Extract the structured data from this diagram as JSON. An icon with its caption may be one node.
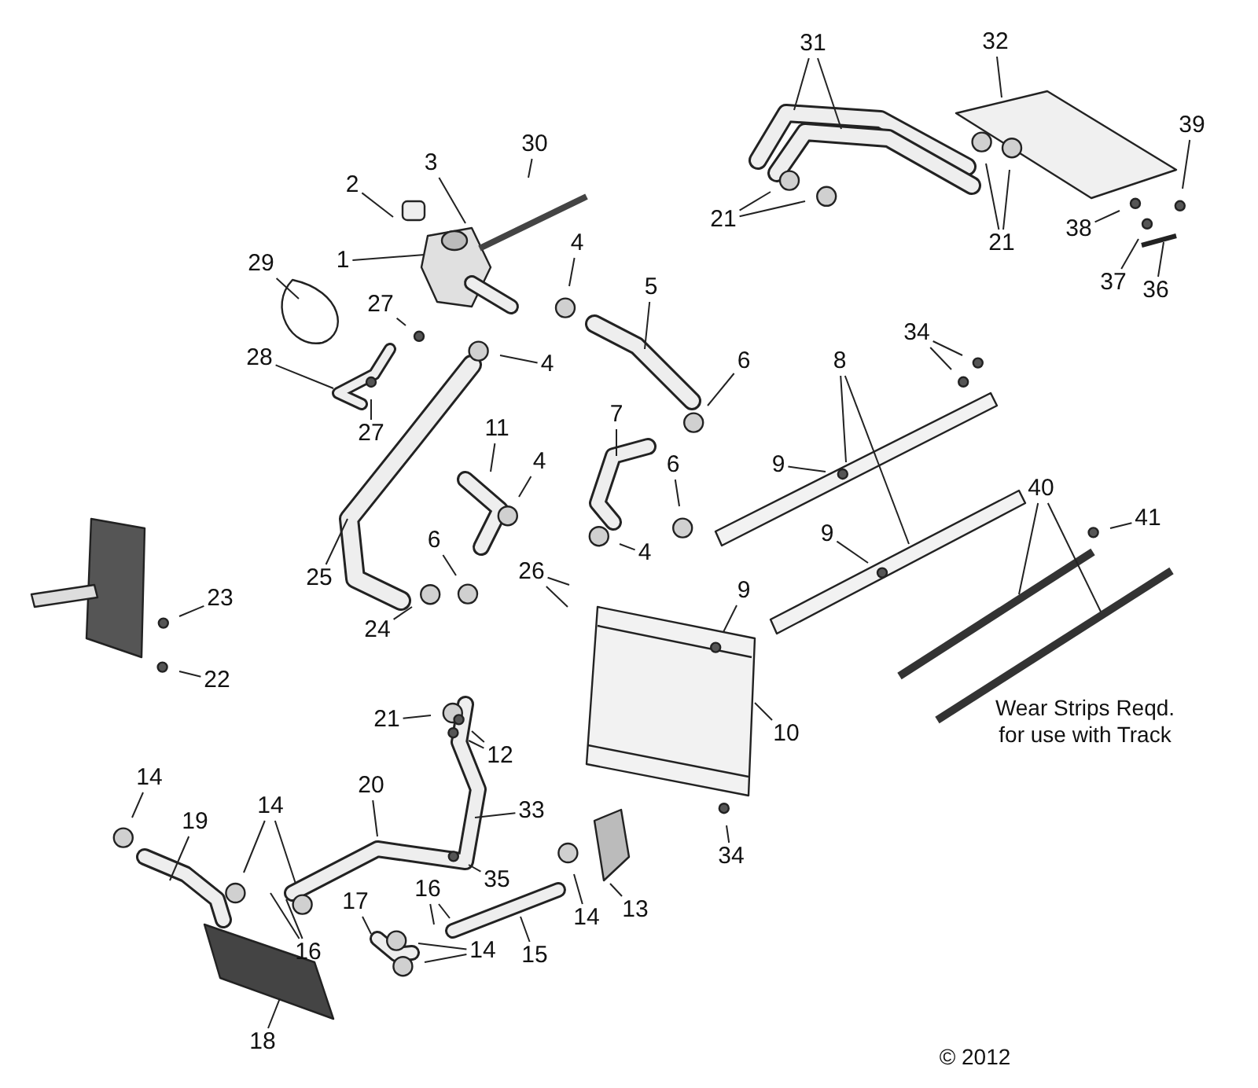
{
  "diagram": {
    "nodes": [
      {
        "text": [
          "1"
        ]
      },
      {
        "text": [
          "2"
        ]
      },
      {
        "text": [
          "3"
        ]
      },
      {
        "text": [
          "30"
        ]
      },
      {
        "text": [
          "31"
        ]
      },
      {
        "text": [
          "32"
        ]
      },
      {
        "text": [
          "39"
        ]
      },
      {
        "text": [
          "29"
        ]
      },
      {
        "text": [
          "4"
        ]
      },
      {
        "text": [
          "21"
        ]
      },
      {
        "text": [
          "21"
        ]
      },
      {
        "text": [
          "38"
        ]
      },
      {
        "text": [
          "37"
        ]
      },
      {
        "text": [
          "36"
        ]
      },
      {
        "text": [
          "27"
        ]
      },
      {
        "text": [
          "5"
        ]
      },
      {
        "text": [
          "4"
        ]
      },
      {
        "text": [
          "28"
        ]
      },
      {
        "text": [
          "34"
        ]
      },
      {
        "text": [
          "8"
        ]
      },
      {
        "text": [
          "6"
        ]
      },
      {
        "text": [
          "27"
        ]
      },
      {
        "text": [
          "11"
        ]
      },
      {
        "text": [
          "7"
        ]
      },
      {
        "text": [
          "6"
        ]
      },
      {
        "text": [
          "9"
        ]
      },
      {
        "text": [
          "4"
        ]
      },
      {
        "text": [
          "9"
        ]
      },
      {
        "text": [
          "40"
        ]
      },
      {
        "text": [
          "41"
        ]
      },
      {
        "text": [
          "4"
        ]
      },
      {
        "text": [
          "26"
        ]
      },
      {
        "text": [
          "6"
        ]
      },
      {
        "text": [
          "25"
        ]
      },
      {
        "text": [
          "9"
        ]
      },
      {
        "text": [
          "23"
        ]
      },
      {
        "text": [
          "24"
        ]
      },
      {
        "text": [
          "22"
        ]
      },
      {
        "text": [
          "10"
        ]
      },
      {
        "text": [
          "21"
        ]
      },
      {
        "text": [
          "12"
        ]
      },
      {
        "text": [
          "14"
        ]
      },
      {
        "text": [
          "20"
        ]
      },
      {
        "text": [
          "14"
        ]
      },
      {
        "text": [
          "19"
        ]
      },
      {
        "text": [
          "33"
        ]
      },
      {
        "text": [
          "34"
        ]
      },
      {
        "text": [
          "35"
        ]
      },
      {
        "text": [
          "16"
        ]
      },
      {
        "text": [
          "17"
        ]
      },
      {
        "text": [
          "13"
        ]
      },
      {
        "text": [
          "14"
        ]
      },
      {
        "text": [
          "16"
        ]
      },
      {
        "text": [
          "15"
        ]
      },
      {
        "text": [
          "14"
        ]
      },
      {
        "text": [
          "18"
        ]
      }
    ],
    "edges": [
      {
        "from": 0,
        "to": null,
        "arrow": "none"
      },
      {
        "from": 1,
        "to": null,
        "arrow": "none"
      },
      {
        "from": 2,
        "to": null,
        "arrow": "none"
      },
      {
        "from": 3,
        "to": null,
        "arrow": "none"
      },
      {
        "from": 4,
        "to": null,
        "arrow": "none"
      },
      {
        "from": 4,
        "to": null,
        "arrow": "none"
      },
      {
        "from": 5,
        "to": null,
        "arrow": "none"
      },
      {
        "from": 6,
        "to": null,
        "arrow": "none"
      },
      {
        "from": 7,
        "to": null,
        "arrow": "none"
      },
      {
        "from": 8,
        "to": null,
        "arrow": "none"
      },
      {
        "from": 9,
        "to": null,
        "arrow": "none"
      },
      {
        "from": 9,
        "to": null,
        "arrow": "none"
      },
      {
        "from": 10,
        "to": null,
        "arrow": "none"
      },
      {
        "from": 10,
        "to": null,
        "arrow": "none"
      },
      {
        "from": 11,
        "to": null,
        "arrow": "none"
      },
      {
        "from": 12,
        "to": null,
        "arrow": "none"
      },
      {
        "from": 13,
        "to": null,
        "arrow": "none"
      },
      {
        "from": 14,
        "to": null,
        "arrow": "none"
      },
      {
        "from": 15,
        "to": null,
        "arrow": "none"
      },
      {
        "from": 16,
        "to": null,
        "arrow": "none"
      },
      {
        "from": 17,
        "to": null,
        "arrow": "none"
      },
      {
        "from": 18,
        "to": null,
        "arrow": "none"
      },
      {
        "from": 18,
        "to": null,
        "arrow": "none"
      },
      {
        "from": 19,
        "to": null,
        "arrow": "none"
      },
      {
        "from": 19,
        "to": null,
        "arrow": "none"
      },
      {
        "from": 20,
        "to": null,
        "arrow": "none"
      },
      {
        "from": 21,
        "to": null,
        "arrow": "none"
      },
      {
        "from": 22,
        "to": null,
        "arrow": "none"
      },
      {
        "from": 23,
        "to": null,
        "arrow": "none"
      },
      {
        "from": 24,
        "to": null,
        "arrow": "none"
      },
      {
        "from": 25,
        "to": null,
        "arrow": "none"
      },
      {
        "from": 26,
        "to": null,
        "arrow": "none"
      },
      {
        "from": 27,
        "to": null,
        "arrow": "none"
      },
      {
        "from": 28,
        "to": null,
        "arrow": "none"
      },
      {
        "from": 28,
        "to": null,
        "arrow": "none"
      },
      {
        "from": 29,
        "to": null,
        "arrow": "none"
      },
      {
        "from": 30,
        "to": null,
        "arrow": "none"
      },
      {
        "from": 31,
        "to": null,
        "arrow": "none"
      },
      {
        "from": 31,
        "to": null,
        "arrow": "none"
      },
      {
        "from": 32,
        "to": null,
        "arrow": "none"
      },
      {
        "from": 33,
        "to": null,
        "arrow": "none"
      },
      {
        "from": 34,
        "to": null,
        "arrow": "none"
      },
      {
        "from": 35,
        "to": null,
        "arrow": "none"
      },
      {
        "from": 36,
        "to": null,
        "arrow": "none"
      },
      {
        "from": 37,
        "to": null,
        "arrow": "none"
      },
      {
        "from": 38,
        "to": null,
        "arrow": "none"
      },
      {
        "from": 39,
        "to": null,
        "arrow": "none"
      },
      {
        "from": 40,
        "to": null,
        "arrow": "none"
      },
      {
        "from": 40,
        "to": null,
        "arrow": "none"
      },
      {
        "from": 41,
        "to": null,
        "arrow": "none"
      },
      {
        "from": 42,
        "to": null,
        "arrow": "none"
      },
      {
        "from": 43,
        "to": null,
        "arrow": "none"
      },
      {
        "from": 43,
        "to": null,
        "arrow": "none"
      },
      {
        "from": 44,
        "to": null,
        "arrow": "none"
      },
      {
        "from": 45,
        "to": null,
        "arrow": "none"
      },
      {
        "from": 46,
        "to": null,
        "arrow": "none"
      },
      {
        "from": 47,
        "to": null,
        "arrow": "none"
      },
      {
        "from": 48,
        "to": null,
        "arrow": "none"
      },
      {
        "from": 48,
        "to": null,
        "arrow": "none"
      },
      {
        "from": 49,
        "to": null,
        "arrow": "none"
      },
      {
        "from": 50,
        "to": null,
        "arrow": "none"
      },
      {
        "from": 51,
        "to": null,
        "arrow": "none"
      },
      {
        "from": 52,
        "to": null,
        "arrow": "none"
      },
      {
        "from": 52,
        "to": null,
        "arrow": "none"
      },
      {
        "from": 53,
        "to": null,
        "arrow": "none"
      },
      {
        "from": 54,
        "to": null,
        "arrow": "none"
      },
      {
        "from": 54,
        "to": null,
        "arrow": "none"
      },
      {
        "from": 55,
        "to": null,
        "arrow": "none"
      }
    ],
    "labels": [
      "Wear Strips Reqd. for use with Track",
      "© 2012"
    ]
  }
}
